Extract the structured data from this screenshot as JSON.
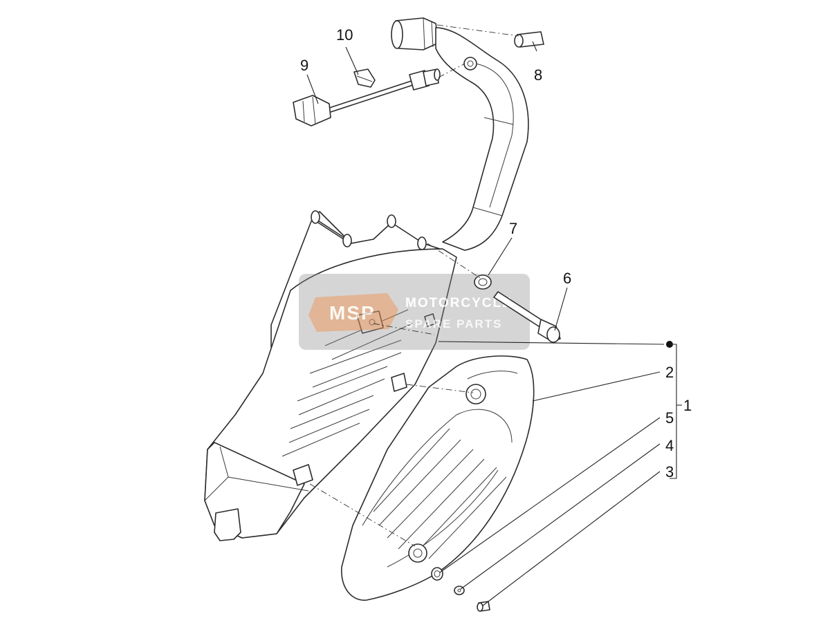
{
  "callouts": [
    "1",
    "2",
    "3",
    "4",
    "5",
    "6",
    "7",
    "8",
    "9",
    "10"
  ],
  "watermark": {
    "logo": "MSP",
    "line1": "MOTORCYCLE",
    "line2": "SPARE PARTS",
    "box_color": "#8a8a8a",
    "logo_color": "#e8833a"
  }
}
